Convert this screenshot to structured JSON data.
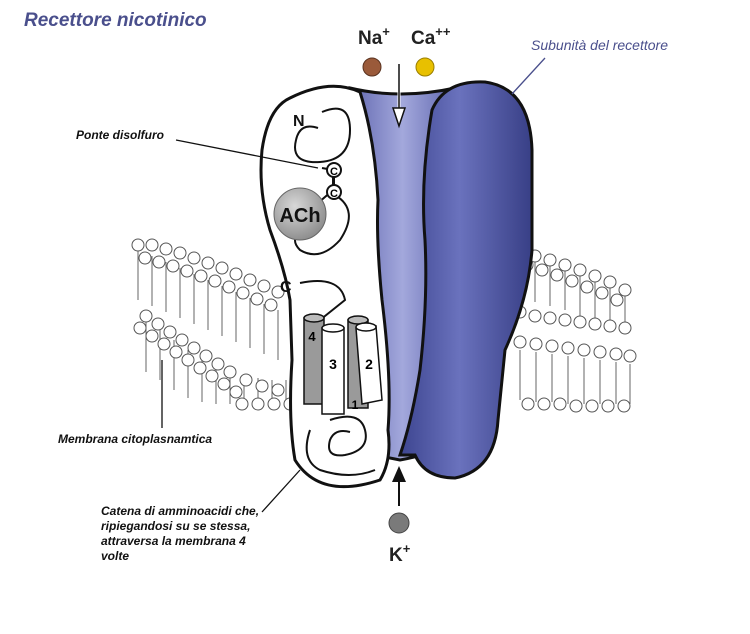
{
  "title": "Recettore nicotinico",
  "labels": {
    "subunit": "Subunità del recettore",
    "disulfide": "Ponte disolfuro",
    "membrane": "Membrana citoplasnamtica",
    "chain": "Catena di amminoacidi che, ripiegandosi su se stessa, attraversa la membrana 4 volte"
  },
  "ions": {
    "na": {
      "symbol": "Na",
      "charge": "+",
      "color": "#9a5a3a"
    },
    "ca": {
      "symbol": "Ca",
      "charge": "++",
      "color": "#e8c000"
    },
    "k": {
      "symbol": "K",
      "charge": "+",
      "color": "#808080"
    }
  },
  "markers": {
    "n_terminal": "N",
    "c_terminal": "C",
    "ach": "ACh",
    "cys_1": "C",
    "cys_2": "C"
  },
  "helices": [
    "1",
    "2",
    "3",
    "4"
  ],
  "colors": {
    "subunit_fill": "#4e56a0",
    "channel_fill": "#7b80c4",
    "title_color": "#4a4f8c"
  }
}
